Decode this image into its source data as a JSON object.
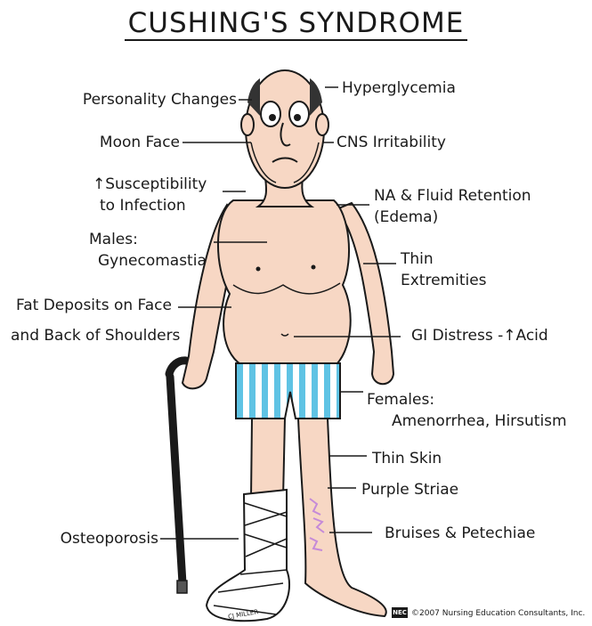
{
  "title": "CUSHING'S SYNDROME",
  "labels": {
    "personality": "Personality Changes",
    "moon_face": "Moon Face",
    "susceptibility_1": "↑Susceptibility",
    "susceptibility_2": "to Infection",
    "males_1": "Males:",
    "males_2": "Gynecomastia",
    "fat_1": "Fat Deposits on Face",
    "fat_2": "and Back of Shoulders",
    "osteoporosis": "Osteoporosis",
    "hyperglycemia": "Hyperglycemia",
    "cns": "CNS Irritability",
    "na_1": "NA & Fluid Retention",
    "na_2": "(Edema)",
    "thin_ext_1": "Thin",
    "thin_ext_2": "Extremities",
    "gi": "GI Distress -↑Acid",
    "females_1": "Females:",
    "females_2": "Amenorrhea, Hirsutism",
    "thin_skin": "Thin Skin",
    "purple": "Purple Striae",
    "bruises": "Bruises & Petechiae"
  },
  "signature": "CJ MILLER",
  "logo": "NEC",
  "copyright": "©2007 Nursing Education Consultants, Inc.",
  "colors": {
    "skin": "#f7d7c4",
    "outline": "#1a1a1a",
    "shorts_blue": "#5fc3e4",
    "cane": "#1a1a1a",
    "bruise": "#c58ad8"
  }
}
